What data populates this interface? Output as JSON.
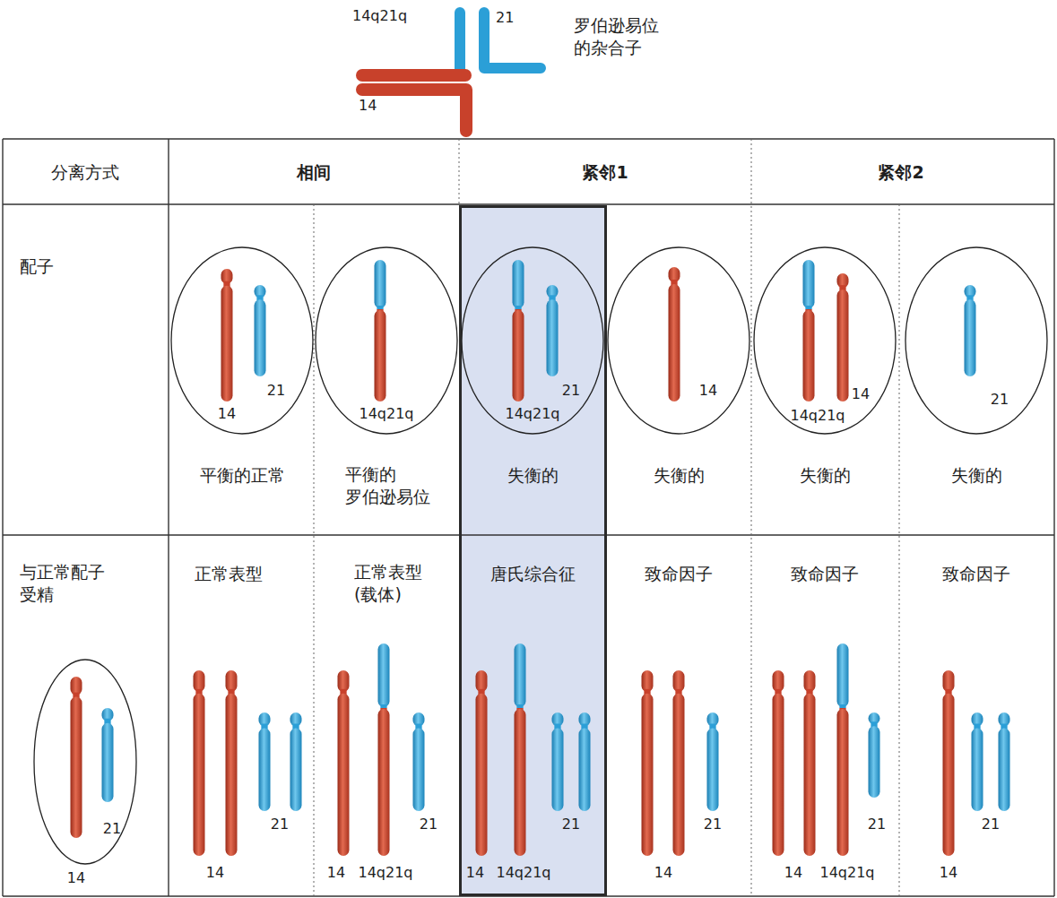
{
  "diagram": {
    "nodes": [
      {
        "text": [
          "14",
          "21"
        ]
      },
      {
        "text": [
          "14q21q"
        ]
      },
      {
        "text": [
          "失衡的",
          "唐氏综合征",
          "14",
          "14q21q",
          "21"
        ]
      },
      {
        "text": [
          "14q21q",
          "21"
        ],
        "in": 2
      },
      {
        "text": [
          "14"
        ]
      },
      {
        "text": [
          "14q21q",
          "14"
        ]
      },
      {
        "text": [
          "21"
        ]
      },
      {
        "text": [
          "14",
          "21"
        ]
      }
    ],
    "labels": [
      "14q21q",
      "21",
      "罗伯逊易位 的杂合子",
      "14",
      "分离方式",
      "相间",
      "紧邻1",
      "紧邻2",
      "配子",
      "平衡的正常",
      "平衡的 罗伯逊易位",
      "失衡的",
      "失衡的",
      "失衡的",
      "与正常配子 受精",
      "正常表型",
      "正常表型 (载体)",
      "致命因子",
      "致命因子",
      "致命因子",
      "14",
      "21",
      "14",
      "14q21q",
      "21",
      "14",
      "21",
      "14",
      "14q21q",
      "21",
      "14",
      "21"
    ]
  }
}
